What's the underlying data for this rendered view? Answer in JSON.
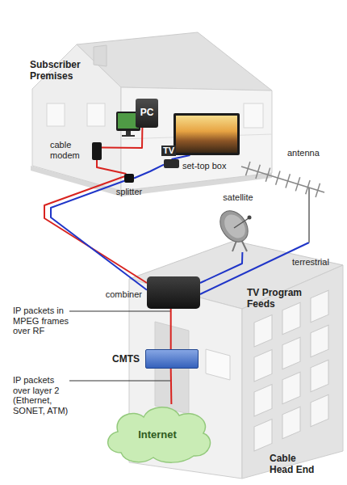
{
  "diagram": {
    "nodes": [
      {
        "text": [
          "Subscriber Premises"
        ]
      },
      {
        "text": [
          "PC"
        ],
        "in": 0
      },
      {
        "text": [
          "TV"
        ],
        "in": 0
      },
      {
        "text": [
          "cable modem"
        ],
        "in": 0
      },
      {
        "text": [
          "set-top box"
        ],
        "in": 0
      },
      {
        "text": [
          "splitter"
        ],
        "in": 0
      },
      {
        "text": [
          "antenna"
        ]
      },
      {
        "text": [
          "satellite"
        ]
      },
      {
        "text": [
          "Cable Head End"
        ]
      },
      {
        "text": [
          "combiner"
        ],
        "in": 8
      },
      {
        "text": [
          "CMTS"
        ],
        "in": 8
      },
      {
        "text": [
          "Internet"
        ]
      }
    ],
    "edges": [
      {
        "from": 3,
        "to": 1,
        "arrow": "none"
      },
      {
        "from": 5,
        "to": 3,
        "arrow": "none"
      },
      {
        "from": 5,
        "to": 4,
        "arrow": "none"
      },
      {
        "from": 4,
        "to": 2,
        "arrow": "none"
      },
      {
        "from": 5,
        "to": 9,
        "arrow": "none"
      },
      {
        "from": 7,
        "to": 9,
        "arrow": "none"
      },
      {
        "from": 6,
        "to": 9,
        "label": "terrestrial",
        "arrow": "none"
      },
      {
        "from": 9,
        "to": 10,
        "label": "IP packets in MPEG frames over RF",
        "arrow": "none"
      },
      {
        "from": 10,
        "to": 11,
        "label": "IP packets over layer 2 (Ethernet, SONET, ATM)",
        "arrow": "none"
      }
    ],
    "labels": [
      "TV Program Feeds"
    ]
  }
}
